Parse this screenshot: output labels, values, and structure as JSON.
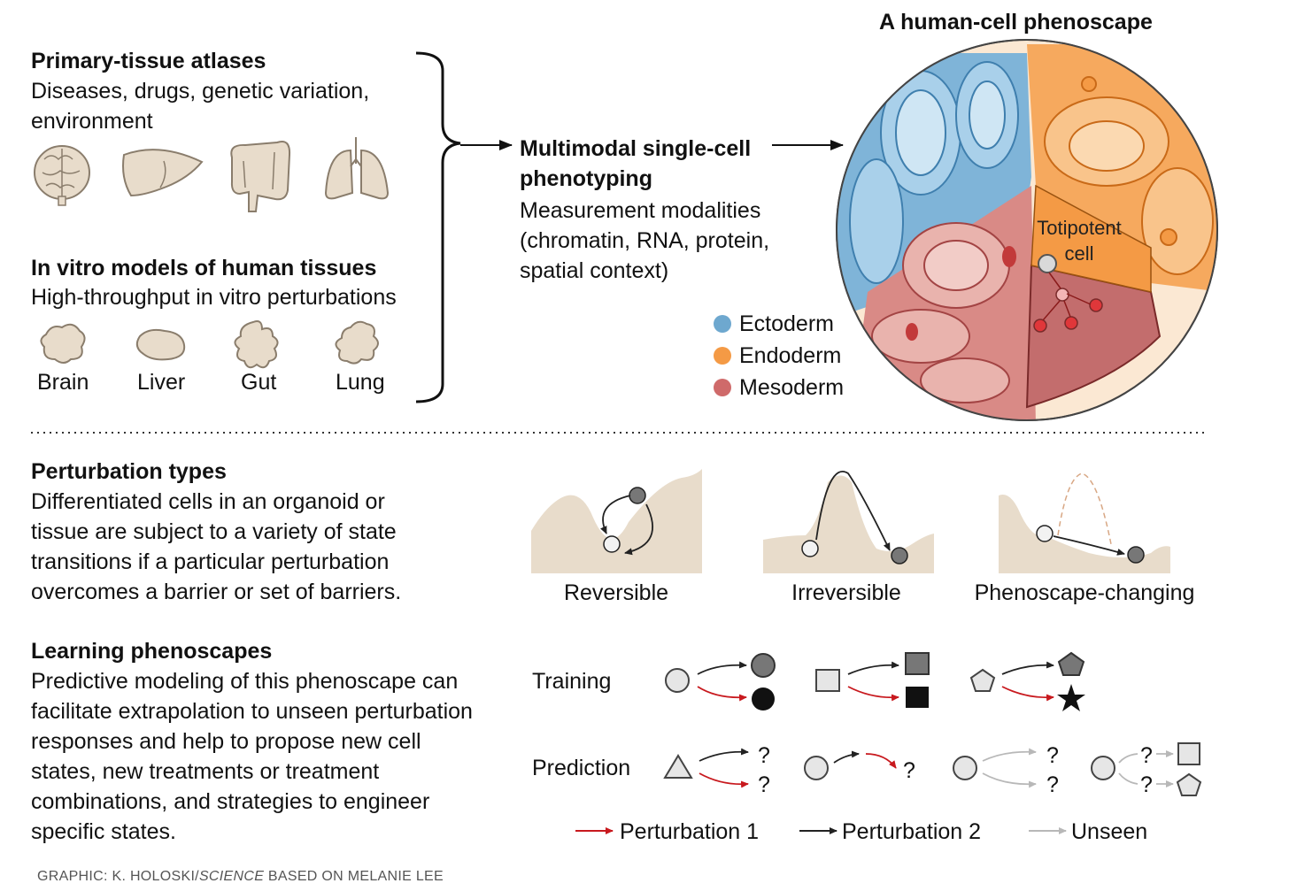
{
  "colors": {
    "ectoderm": "#6ea8cf",
    "endoderm": "#f49a45",
    "mesoderm": "#cf6a6a",
    "tissue": "#e8dccb",
    "perturbation1": "#c8191e",
    "perturbation2": "#222222",
    "unseen": "#b8b8b8"
  },
  "top": {
    "primary_title": "Primary-tissue atlases",
    "primary_desc": "Diseases, drugs, genetic variation, environment",
    "organ_icons": [
      "brain-icon",
      "liver-icon",
      "gut-icon",
      "lung-icon"
    ],
    "invitro_title": "In vitro models of human tissues",
    "invitro_desc": "High-throughput in vitro perturbations",
    "organoids": [
      "Brain",
      "Liver",
      "Gut",
      "Lung"
    ],
    "phenotyping_title": "Multimodal single-cell phenotyping",
    "phenotyping_desc": "Measurement modalities (chromatin, RNA, protein, spatial context)",
    "phenoscape_title": "A human-cell phenoscape",
    "totipotent": "Totipotent cell",
    "legend": [
      "Ectoderm",
      "Endoderm",
      "Mesoderm"
    ]
  },
  "perturbation": {
    "title": "Perturbation types",
    "desc": "Differentiated cells in an organoid or tissue are subject to a variety of state transitions if a particular perturbation overcomes a barrier or set of barriers.",
    "types": [
      "Reversible",
      "Irreversible",
      "Phenoscape-changing"
    ]
  },
  "learning": {
    "title": "Learning phenoscapes",
    "desc": "Predictive modeling of this phenoscape can facilitate extrapolation to unseen perturbation responses and help to propose new cell states, new treatments or treatment combinations, and strategies to engineer specific states.",
    "training_label": "Training",
    "prediction_label": "Prediction",
    "question": "?",
    "arrow_legend": [
      "Perturbation 1",
      "Perturbation 2",
      "Unseen"
    ]
  },
  "credit": {
    "prefix": "GRAPHIC: K. HOLOSKI/",
    "italic": "SCIENCE",
    "suffix": " BASED ON MELANIE LEE"
  }
}
